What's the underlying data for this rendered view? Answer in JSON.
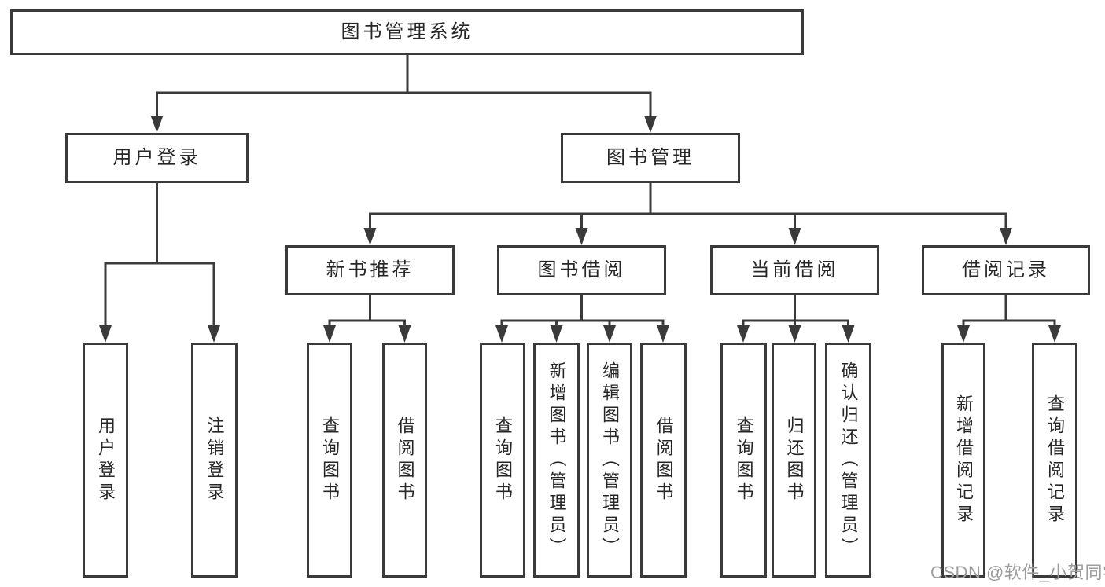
{
  "tree": {
    "root": {
      "label": "图书管理系统"
    },
    "branches": [
      {
        "label": "用户登录",
        "children": [
          {
            "label": "用户登录"
          },
          {
            "label": "注销登录"
          }
        ]
      },
      {
        "label": "图书管理",
        "sections": [
          {
            "label": "新书推荐",
            "children": [
              {
                "label": "查询图书"
              },
              {
                "label": "借阅图书"
              }
            ]
          },
          {
            "label": "图书借阅",
            "children": [
              {
                "label": "查询图书"
              },
              {
                "label": "新增图书（管理员）"
              },
              {
                "label": "编辑图书（管理员）"
              },
              {
                "label": "借阅图书"
              }
            ]
          },
          {
            "label": "当前借阅",
            "children": [
              {
                "label": "查询图书"
              },
              {
                "label": "归还图书"
              },
              {
                "label": "确认归还（管理员）"
              }
            ]
          },
          {
            "label": "借阅记录",
            "children": [
              {
                "label": "新增借阅记录"
              },
              {
                "label": "查询借阅记录"
              }
            ]
          }
        ]
      }
    ]
  },
  "watermark": "CSDN @软件_小贺同学",
  "colors": {
    "line": "#3a3a3a",
    "text": "#262626",
    "watermark": "#9c9c9c",
    "background": "#ffffff"
  }
}
